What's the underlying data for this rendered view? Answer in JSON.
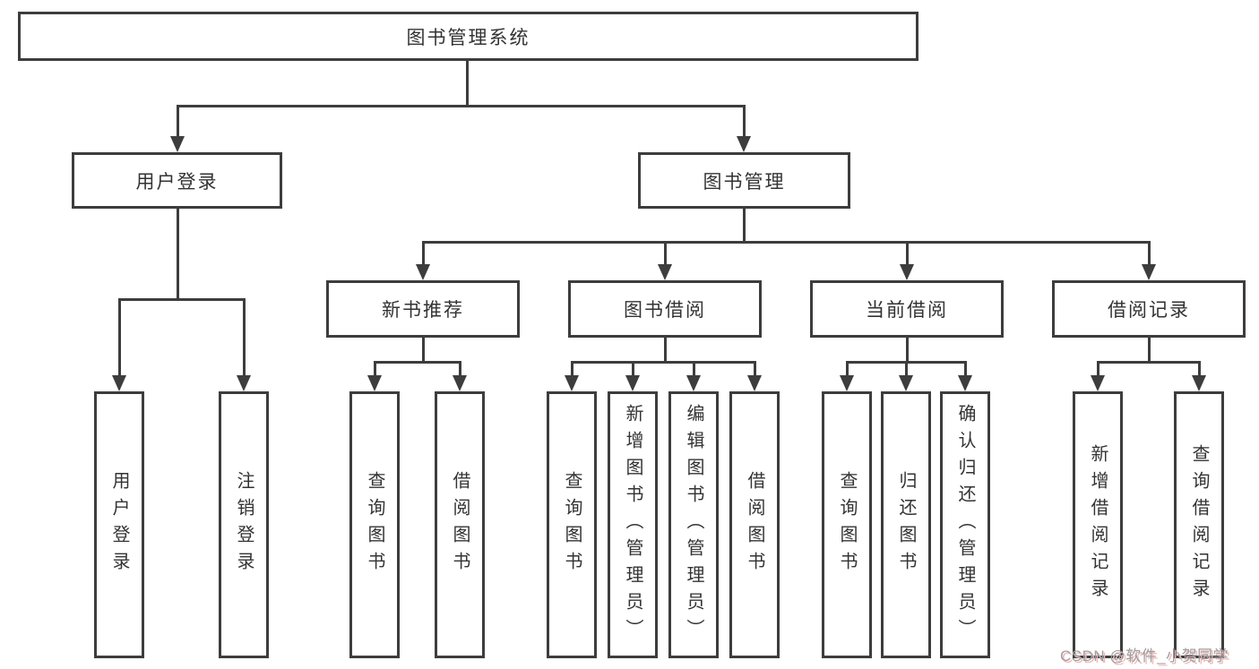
{
  "diagram": {
    "root": {
      "label": "图书管理系统"
    },
    "level2": [
      {
        "id": "user-login",
        "label": "用户登录"
      },
      {
        "id": "book-management",
        "label": "图书管理"
      }
    ],
    "level3": [
      {
        "id": "new-book-recommend",
        "label": "新书推荐",
        "parent": "图书管理"
      },
      {
        "id": "book-borrow",
        "label": "图书借阅",
        "parent": "图书管理"
      },
      {
        "id": "current-borrow",
        "label": "当前借阅",
        "parent": "图书管理"
      },
      {
        "id": "borrow-records",
        "label": "借阅记录",
        "parent": "图书管理"
      }
    ],
    "leaves": [
      {
        "label": "用户登录",
        "parent": "用户登录"
      },
      {
        "label": "注销登录",
        "parent": "用户登录"
      },
      {
        "label": "查询图书",
        "parent": "新书推荐"
      },
      {
        "label": "借阅图书",
        "parent": "新书推荐"
      },
      {
        "label": "查询图书",
        "parent": "图书借阅"
      },
      {
        "label": "新增图书（管理员）",
        "parent": "图书借阅"
      },
      {
        "label": "编辑图书（管理员）",
        "parent": "图书借阅"
      },
      {
        "label": "借阅图书",
        "parent": "图书借阅"
      },
      {
        "label": "查询图书",
        "parent": "当前借阅"
      },
      {
        "label": "归还图书",
        "parent": "当前借阅"
      },
      {
        "label": "确认归还（管理员）",
        "parent": "当前借阅"
      },
      {
        "label": "新增借阅记录",
        "parent": "借阅记录"
      },
      {
        "label": "查询借阅记录",
        "parent": "借阅记录"
      }
    ]
  },
  "watermark": {
    "text": "CSDN @软件_小贺同学"
  },
  "colors": {
    "line": "#3d3d3d",
    "text": "#333333",
    "background": "#ffffff",
    "watermark_text": "#9e9e9e",
    "watermark_shadow": "#eeb8b8"
  }
}
